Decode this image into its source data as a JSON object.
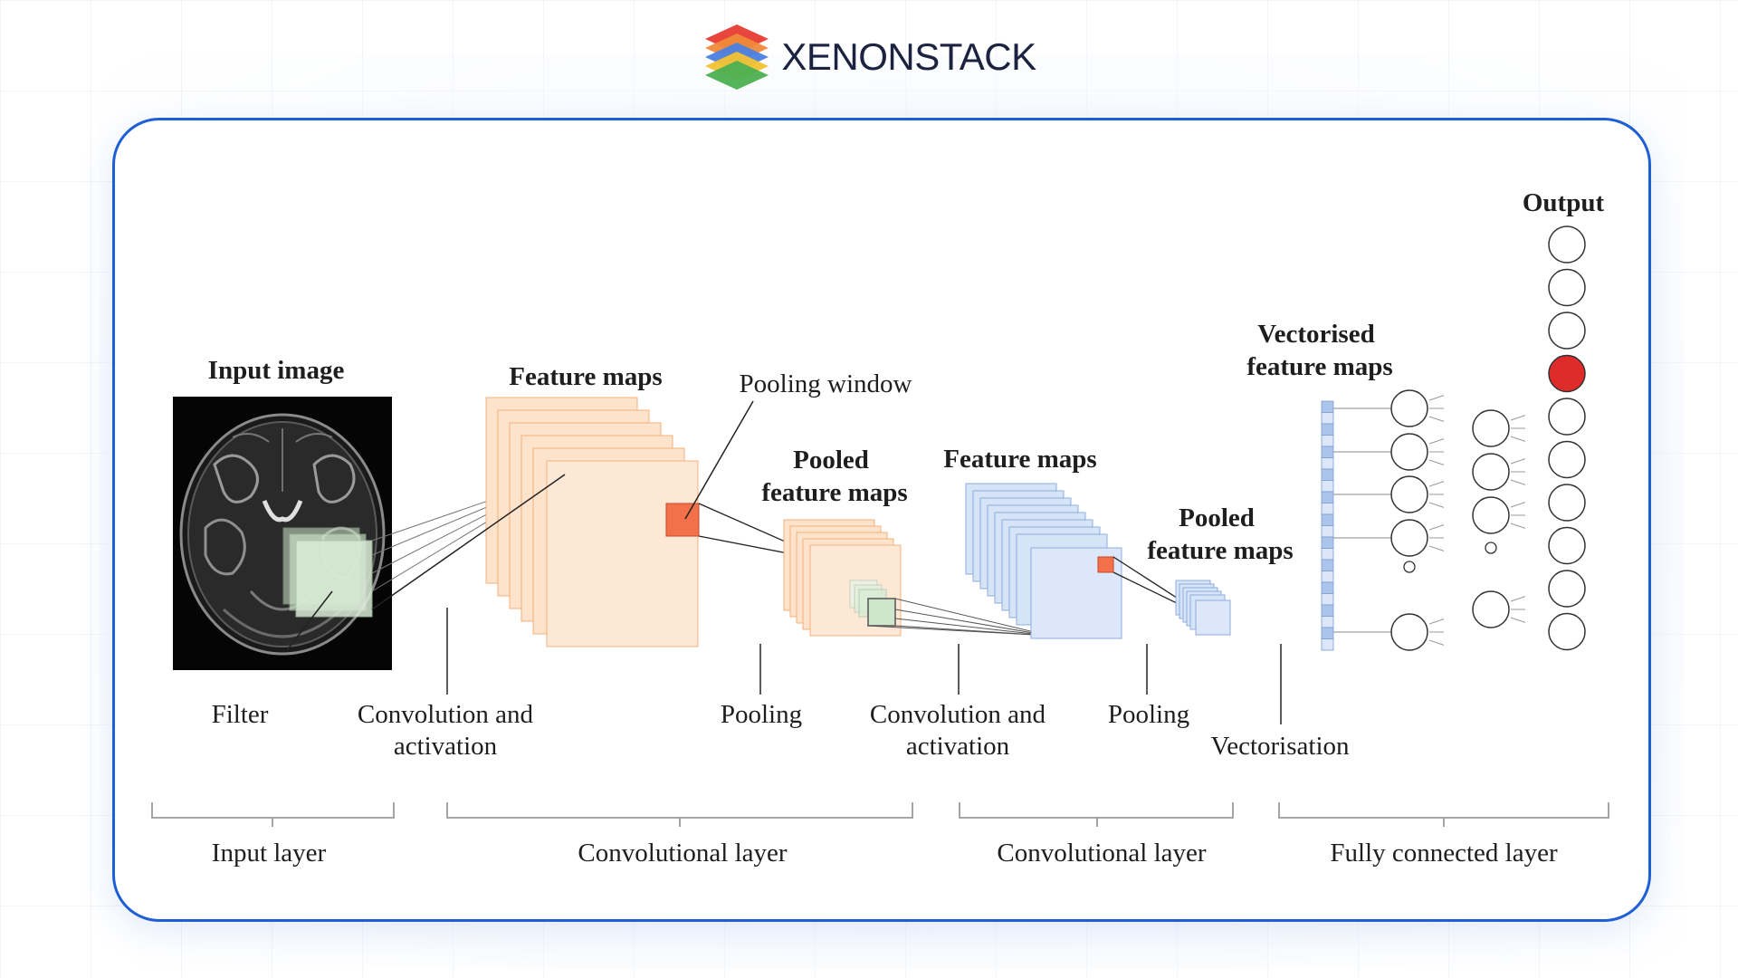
{
  "brand": {
    "name": "XENONSTACK",
    "logo_icon": "layered-stack-logo"
  },
  "diagram": {
    "titles": {
      "input_image": "Input image",
      "feature_maps_1": "Feature maps",
      "pooling_window": "Pooling window",
      "pooled_1_line1": "Pooled",
      "pooled_1_line2": "feature maps",
      "feature_maps_2": "Feature maps",
      "pooled_2_line1": "Pooled",
      "pooled_2_line2": "feature maps",
      "vectorised_line1": "Vectorised",
      "vectorised_line2": "feature maps",
      "output": "Output"
    },
    "operations": {
      "filter": "Filter",
      "conv1_line1": "Convolution and",
      "conv1_line2": "activation",
      "pooling_1": "Pooling",
      "conv2_line1": "Convolution and",
      "conv2_line2": "activation",
      "pooling_2": "Pooling",
      "vectorisation": "Vectorisation"
    },
    "layers": {
      "input": "Input layer",
      "conv_1": "Convolutional layer",
      "conv_2": "Convolutional layer",
      "fully_connected": "Fully connected layer"
    },
    "output": {
      "node_count": 10,
      "active_index": 3,
      "active_color": "#e02b2b"
    },
    "colors": {
      "feature_map_fill": "#fde3cc",
      "feature_map_stroke": "#f3b27c",
      "feature_map_2_fill": "#d6e4f8",
      "feature_map_2_stroke": "#8eacd9",
      "pooling_window": "#f2704a",
      "filter_fill": "#cfe6cc",
      "accent_border": "#1f5fd6"
    }
  }
}
